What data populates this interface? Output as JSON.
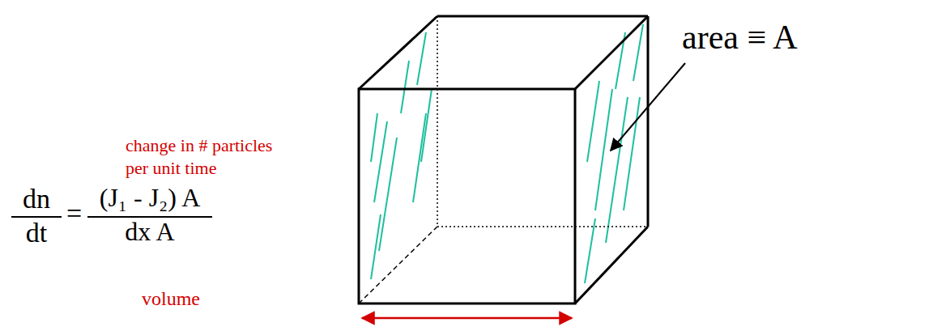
{
  "diagram": {
    "labels": [
      "change in # particles per unit time",
      "dn",
      "dt",
      "=",
      "(J₁ - J₂) A",
      "dx A",
      "volume",
      "area ≡ A"
    ]
  }
}
